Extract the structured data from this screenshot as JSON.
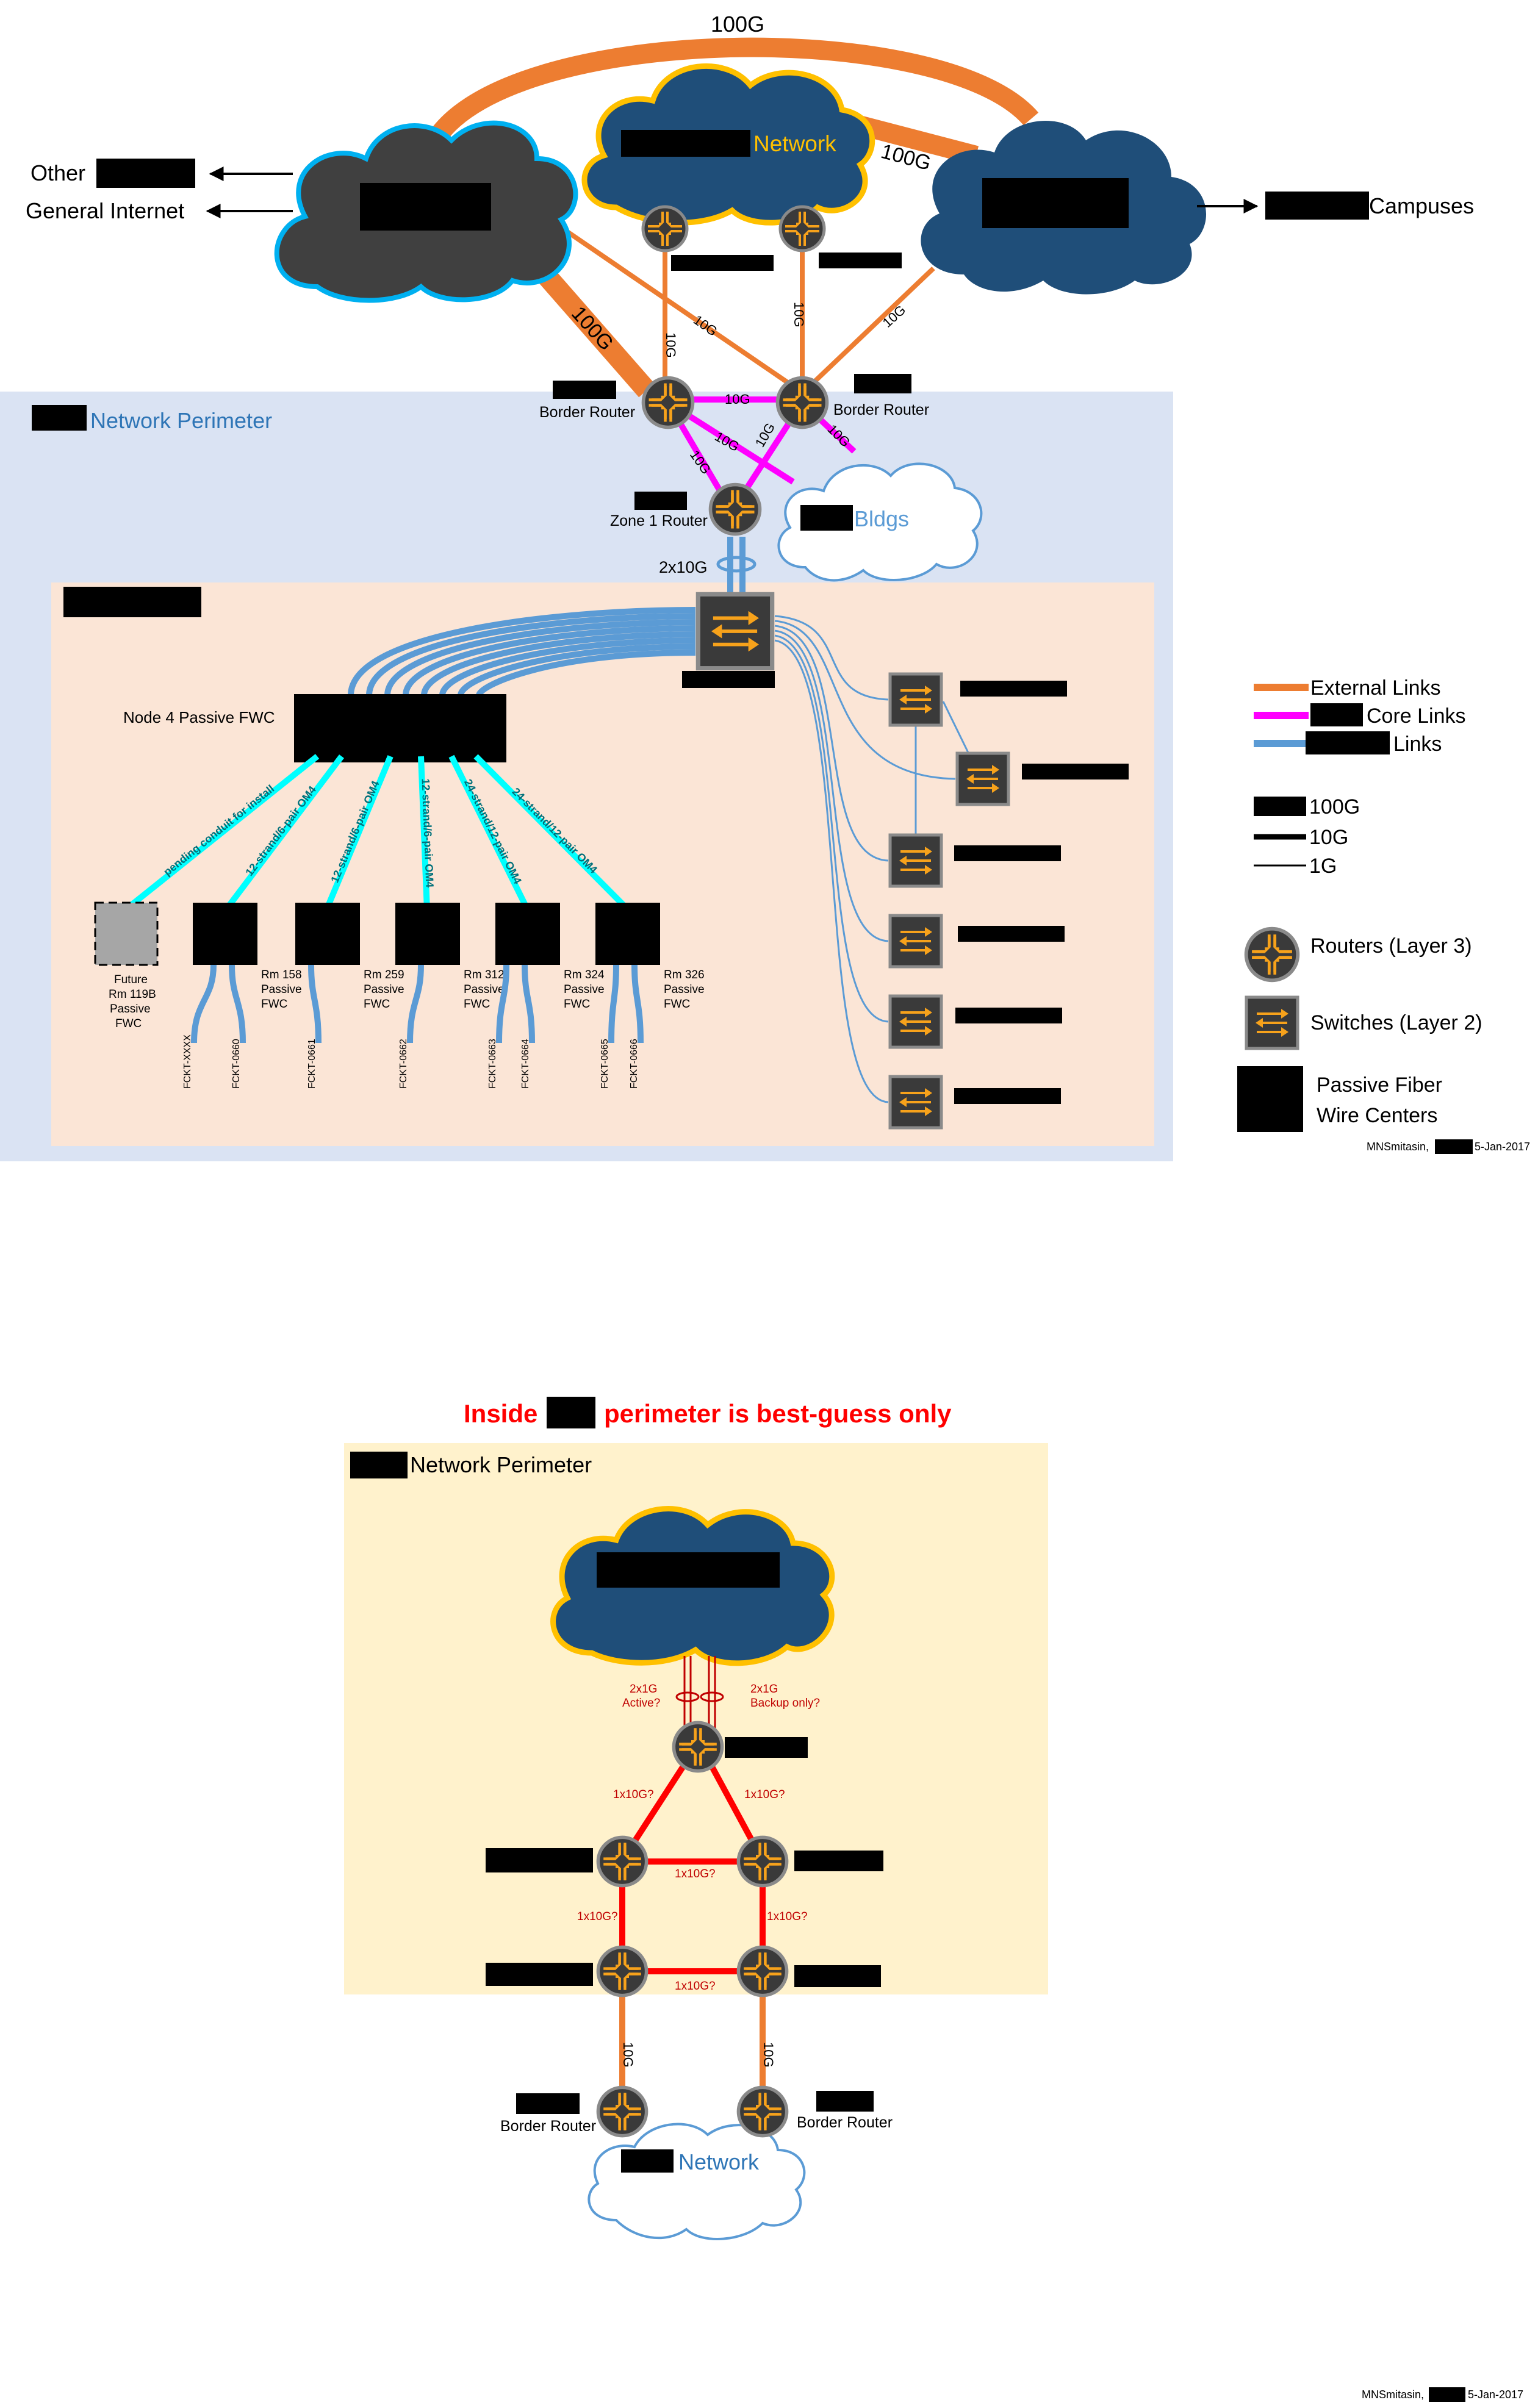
{
  "colors": {
    "external": "#ED7D31",
    "core": "#FF00FF",
    "blue_links": "#5B9BD5",
    "cloud_dark": "#404040",
    "cloud_blue": "#1F4E79",
    "cloud_outline_blue": "#00B0F0",
    "cloud_outline_gold": "#FFC000",
    "perimeter1_bg": "#DAE3F3",
    "node_bg": "#FBE5D6",
    "perimeter2_bg": "#FFF2CC",
    "fwc_cable": "#00FFFF",
    "inner_links": "#FF0000",
    "icon_orange": "#F7A21B",
    "redaction": "#000000"
  },
  "top": {
    "link_100g_top": "100G",
    "link_100g_right": "100G",
    "link_100g_left": "100G",
    "network_cloud_label": "Network",
    "other_label": "Other",
    "internet_label": "General Internet",
    "campuses_label": "Campuses",
    "uplinks": [
      "10G",
      "10G",
      "10G",
      "10G"
    ],
    "border_router_left": "Border Router",
    "border_router_right": "Border Router"
  },
  "perimeter": {
    "title": "Network Perimeter",
    "core_link": "10G",
    "core_diag": [
      "10G",
      "10G",
      "10G",
      "10G"
    ],
    "zone1_label": "Zone 1 Router",
    "bldgs_label": "Bldgs",
    "lag_label": "2x10G",
    "node4_label": "Node 4 Passive FWC"
  },
  "fwc": {
    "cables": [
      "pending conduit for install",
      "12-strand/6-pair OM4",
      "12-strand/6-pair OM4",
      "12-strand/6-pair OM4",
      "24-strand/12-pair OM4",
      "24-strand/12-pair OM4"
    ],
    "future_label": [
      "Future",
      "Rm 119B",
      "Passive",
      "FWC"
    ],
    "rooms": [
      [
        "Rm 158",
        "Passive",
        "FWC"
      ],
      [
        "Rm 259",
        "Passive",
        "FWC"
      ],
      [
        "Rm 312",
        "Passive",
        "FWC"
      ],
      [
        "Rm 324",
        "Passive",
        "FWC"
      ],
      [
        "Rm 326",
        "Passive",
        "FWC"
      ]
    ],
    "fckt": [
      "FCKT-XXXX",
      "FCKT-0660",
      "FCKT-0661",
      "FCKT-0662",
      "FCKT-0663",
      "FCKT-0664",
      "FCKT-0665",
      "FCKT-0666"
    ]
  },
  "legend": {
    "external": "External Links",
    "core": "Core Links",
    "blue": "Links",
    "w100": "100G",
    "w10": "10G",
    "w1": "1G",
    "routers": "Routers (Layer 3)",
    "switches": "Switches (Layer 2)",
    "fwc_line1": "Passive Fiber",
    "fwc_line2": "Wire Centers",
    "credit_name": "MNSmitasin,",
    "credit_date": "5-Jan-2017"
  },
  "bottom": {
    "warning_pre": "Inside",
    "warning_post": "perimeter is best-guess only",
    "perimeter_title": "Network Perimeter",
    "uplink_left_1": "2x1G",
    "uplink_left_2": "Active?",
    "uplink_right_1": "2x1G",
    "uplink_right_2": "Backup only?",
    "link_labels": [
      "1x10G?",
      "1x10G?",
      "1x10G?",
      "1x10G?",
      "1x10G?",
      "1x10G?"
    ],
    "edge_left": "10G",
    "edge_right": "10G",
    "border_router_left": "Border Router",
    "border_router_right": "Border Router",
    "network_label": "Network",
    "credit_name": "MNSmitasin,",
    "credit_date": "5-Jan-2017"
  }
}
